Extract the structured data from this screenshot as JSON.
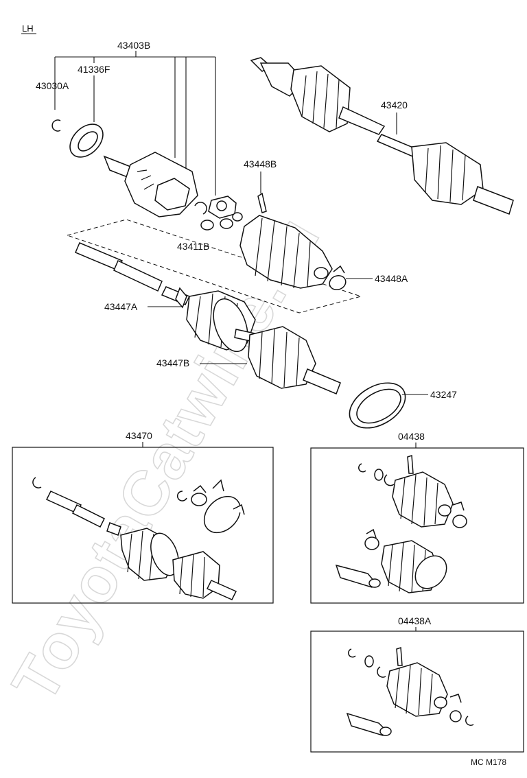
{
  "side_label": "LH",
  "watermark": "ToyotaCatwine.ru",
  "drawing_code": "MC M178",
  "parts": {
    "p43403B": "43403B",
    "p41336F": "41336F",
    "p43030A": "43030A",
    "p43420": "43420",
    "p43448B": "43448B",
    "p43411B": "43411B",
    "p43448A": "43448A",
    "p43447A": "43447A",
    "p43447B": "43447B",
    "p43247": "43247",
    "p43470": "43470",
    "p04438": "04438",
    "p04438A": "04438A"
  }
}
